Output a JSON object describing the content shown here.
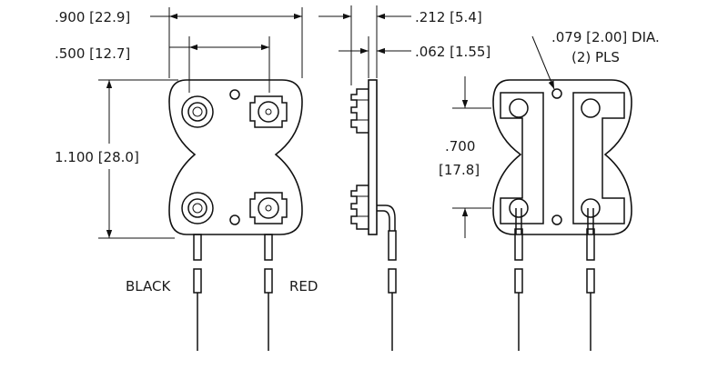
{
  "dimensions": {
    "overall_width": ".900 [22.9]",
    "terminal_spacing": ".500 [12.7]",
    "overall_height": "1.100 [28.0]",
    "side_depth": ".212 [5.4]",
    "plate_thickness": ".062 [1.55]",
    "hole_diameter_line1": ".079 [2.00] DIA.",
    "hole_diameter_line2": "(2) PLS",
    "hole_spacing_line1": ".700",
    "hole_spacing_line2": "[17.8]"
  },
  "leads": {
    "left": "BLACK",
    "right": "RED"
  }
}
